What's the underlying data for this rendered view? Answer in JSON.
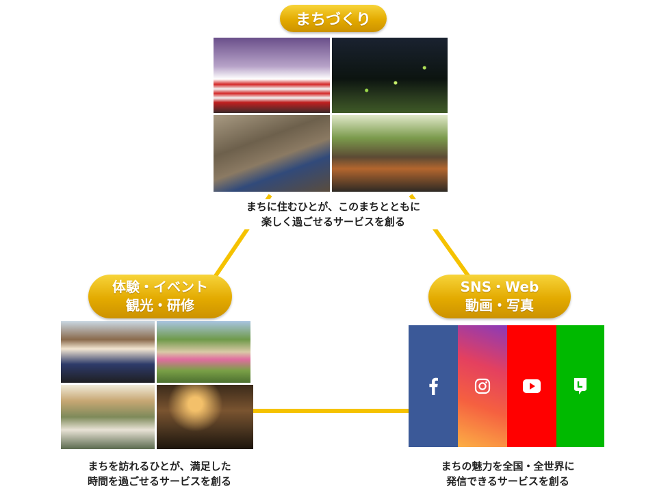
{
  "labels": {
    "top": "まちづくり",
    "left_line1": "体験・イベント",
    "left_line2": "観光・研修",
    "right_line1": "SNS・Web",
    "right_line2": "動画・写真"
  },
  "captions": {
    "top_line1": "まちに住むひとが、このまちとともに",
    "top_line2": "楽しく過ごせるサービスを創る",
    "left_line1": "まちを訪れるひとが、満足した",
    "left_line2": "時間を過ごせるサービスを創る",
    "right_line1": "まちの魅力を全国・全世界に",
    "right_line2": "発信できるサービスを創る"
  },
  "photos": {
    "town": [
      "summer-festival-stage",
      "fireflies-in-forest",
      "forest-workshop-kids",
      "bamboo-building"
    ],
    "experience": [
      "people-greeting",
      "vegetable-harvest",
      "zipline-adventure",
      "indoor-gathering"
    ]
  },
  "social": [
    {
      "name": "facebook",
      "icon": "facebook-icon",
      "color": "#3b5998"
    },
    {
      "name": "instagram",
      "icon": "instagram-icon",
      "color": "#e4405f"
    },
    {
      "name": "youtube",
      "icon": "youtube-icon",
      "color": "#ff0000"
    },
    {
      "name": "line",
      "icon": "line-icon",
      "color": "#00b900"
    }
  ],
  "colors": {
    "accent_gold": "#e3aa00",
    "connector": "#f5c200",
    "caption_text": "#222222"
  }
}
